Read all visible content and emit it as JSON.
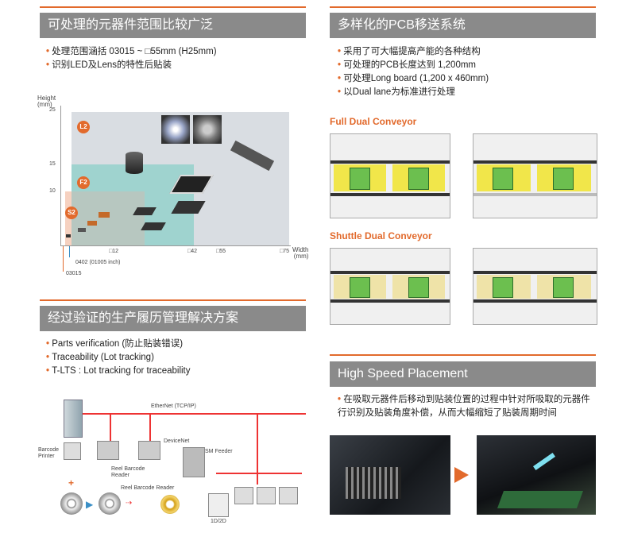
{
  "left_top": {
    "title": "可处理的元器件范围比较广泛",
    "bullets": [
      "处理范围涵括 03015 ~ □55mm (H25mm)",
      "识别LED及Lens的特性后贴装"
    ],
    "chart": {
      "y_label": "Height\n(mm)",
      "y_ticks": [
        "25",
        "15",
        "10"
      ],
      "x_label": "Width\n(mm)",
      "x_ticks": [
        "□12",
        "□42",
        "□55",
        "□75"
      ],
      "regions": [
        "L2",
        "F2",
        "S2"
      ],
      "markers": [
        "0402 (01005 inch)",
        "03015"
      ]
    }
  },
  "left_mid": {
    "title": "经过验证的生产履历管理解决方案",
    "bullets": [
      "Parts verification (防止贴装错误)",
      "Traceability (Lot tracking)",
      "T-LTS : Lot tracking for traceability"
    ]
  },
  "network": {
    "ethernet_label": "EtherNet (TCP/IP)",
    "devicenet_label": "DeviceNet",
    "sm_feeder": "SM Feeder",
    "barcode_printer": "Barcode\nPrinter",
    "reel_barcode_reader_1": "Reel Barcode\nReader",
    "reel_barcode_reader_2": "Reel Barcode Reader",
    "code_label": "1D/2D"
  },
  "right_top": {
    "title": "多样化的PCB移送系统",
    "bullets": [
      "采用了可大幅提高产能的各种结构",
      "可处理的PCB长度达到 1,200mm",
      "可处理Long board (1,200 x 460mm)",
      "以Dual lane为标准进行处理"
    ],
    "full_dual": "Full Dual Conveyor",
    "shuttle_dual": "Shuttle Dual Conveyor"
  },
  "right_bottom": {
    "title": "High Speed Placement",
    "bullets": [
      "在吸取元器件后移动到贴装位置的过程中针对所吸取的元器件行识别及贴装角度补偿，从而大幅缩短了贴装周期时间"
    ]
  },
  "colors": {
    "accent": "#e26a2c",
    "header_gray": "#8a8a8a",
    "region_l2": "#d9dde2",
    "region_f2": "#9fd3cf",
    "region_s2": "#f6d1c0"
  }
}
